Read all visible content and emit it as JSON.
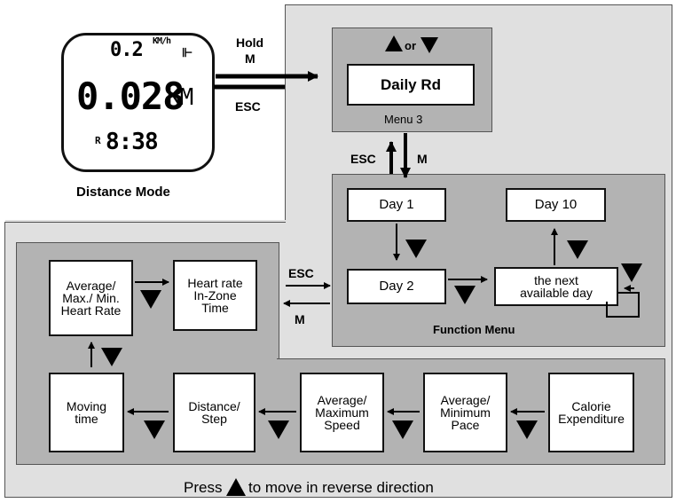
{
  "watch": {
    "speed_value": "0.2",
    "speed_unit": "KM/h",
    "distance_value": "0.028",
    "distance_unit": "KM",
    "time_prefix": "R",
    "time_value": "8:38",
    "caption": "Distance Mode"
  },
  "arrow_labels": {
    "hold": "Hold",
    "m": "M",
    "esc": "ESC",
    "or": "or"
  },
  "menu3": {
    "box_label": "Daily Rd",
    "caption": "Menu 3"
  },
  "function_menu": {
    "title": "Function Menu",
    "day1": "Day 1",
    "day2": "Day 2",
    "day10": "Day 10",
    "next_day": "the next available day"
  },
  "data_boxes": {
    "avg_max_min_hr": "Average/ Max./ Min. Heart Rate",
    "hr_in_zone": "Heart rate In-Zone Time",
    "moving_time": "Moving time",
    "distance_step": "Distance/ Step",
    "avg_max_speed": "Average/ Maximum Speed",
    "avg_min_pace": "Average/ Minimum Pace",
    "calorie": "Calorie Expenditure"
  },
  "footer": {
    "press": "Press",
    "reverse": "to move in reverse direction"
  },
  "colors": {
    "outer_bg": "#e0e0e0",
    "inner_bg": "#b3b3b3",
    "box_bg": "#ffffff",
    "line": "#000000"
  }
}
